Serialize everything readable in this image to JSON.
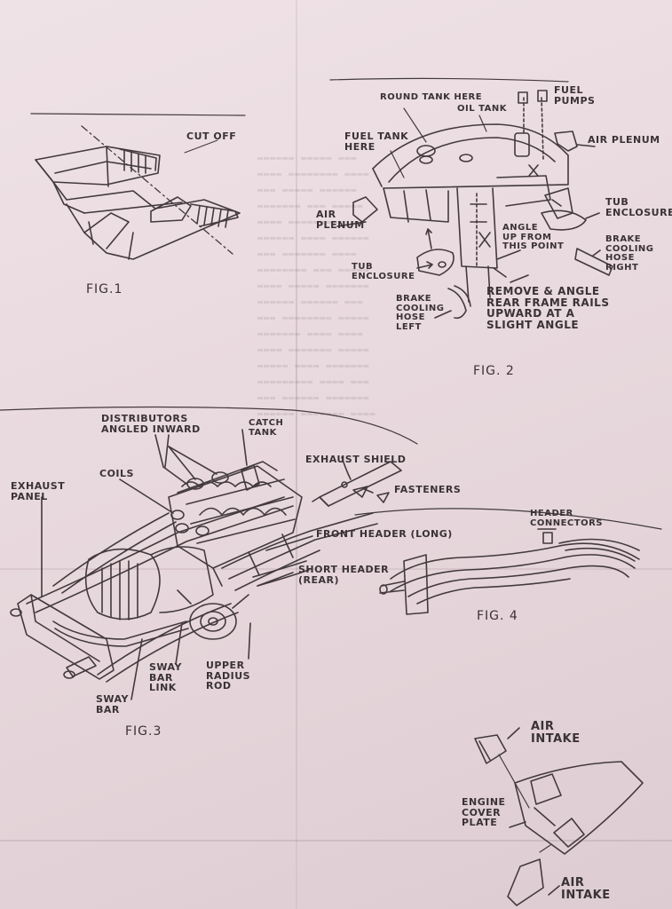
{
  "fig1": {
    "caption": "FIG.1",
    "labels": {
      "cut_off": "CUT OFF"
    }
  },
  "fig2": {
    "caption": "FIG. 2",
    "labels": {
      "round_tank": "ROUND TANK HERE",
      "oil_tank": "OIL TANK",
      "fuel_pumps": "FUEL\nPUMPS",
      "fuel_tank": "FUEL TANK\nHERE",
      "air_plenum_right": "AIR PLENUM",
      "air_plenum_left": "AIR\nPLENUM",
      "tub_enclosure_right": "TUB\nENCLOSURE",
      "tub_enclosure_left": "TUB\nENCLOSURE",
      "angle_up": "ANGLE\nUP FROM\nTHIS POINT",
      "brake_hose_right": "BRAKE\nCOOLING\nHOSE\nRIGHT",
      "brake_hose_left": "BRAKE\nCOOLING\nHOSE\nLEFT",
      "remove_angle": "REMOVE & ANGLE\nREAR FRAME RAILS\nUPWARD AT A\nSLIGHT ANGLE"
    }
  },
  "fig3": {
    "caption": "FIG.3",
    "labels": {
      "distributors": "DISTRIBUTORS\nANGLED INWARD",
      "catch_tank": "CATCH\nTANK",
      "exhaust_shield": "EXHAUST SHIELD",
      "fasteners": "FASTENERS",
      "coils": "COILS",
      "exhaust_panel": "EXHAUST\nPANEL",
      "front_header": "FRONT HEADER (LONG)",
      "short_header": "SHORT HEADER\n(REAR)",
      "sway_bar_link": "SWAY\nBAR\nLINK",
      "sway_bar": "SWAY\nBAR",
      "upper_radius_rod": "UPPER\nRADIUS\nROD"
    }
  },
  "fig4": {
    "caption": "FIG. 4",
    "labels": {
      "header_connectors": "HEADER\nCONNECTORS"
    }
  },
  "fig5": {
    "labels": {
      "air_intake_top": "AIR\nINTAKE",
      "engine_cover_plate": "ENGINE\nCOVER\nPLATE",
      "air_intake_bottom": "AIR\nINTAKE"
    }
  },
  "colors": {
    "paper": "#e9dadf",
    "ink": "#3a3236"
  }
}
